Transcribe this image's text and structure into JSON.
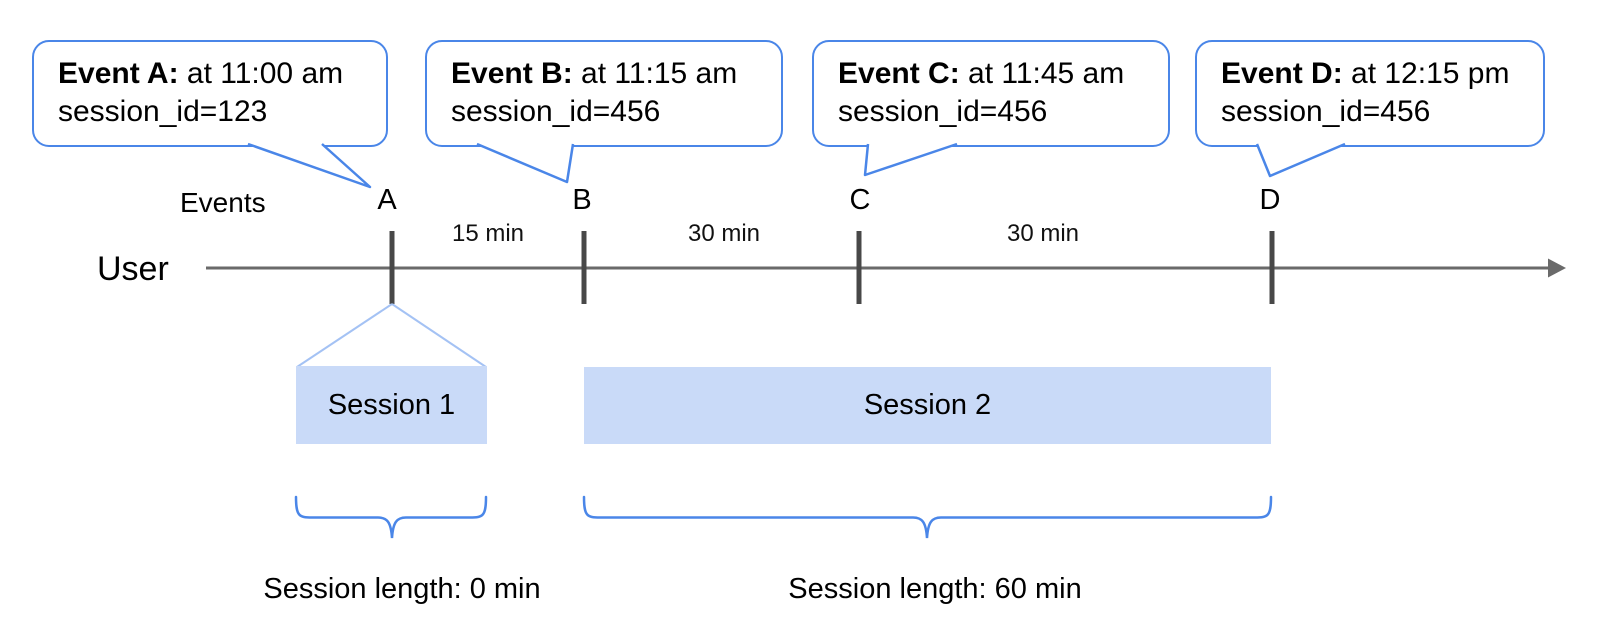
{
  "diagram": {
    "type": "timeline",
    "rows": {
      "events_label": "Events",
      "user_label": "User"
    },
    "events": [
      {
        "label": "A",
        "callout": {
          "title": "Event A:",
          "time": " at 11:00 am",
          "session": "session_id=123"
        }
      },
      {
        "label": "B",
        "callout": {
          "title": "Event B:",
          "time": " at 11:15 am",
          "session": "session_id=456"
        }
      },
      {
        "label": "C",
        "callout": {
          "title": "Event C:",
          "time": " at 11:45 am",
          "session": "session_id=456"
        }
      },
      {
        "label": "D",
        "callout": {
          "title": "Event D:",
          "time": " at 12:15 pm",
          "session": "session_id=456"
        }
      }
    ],
    "intervals": [
      {
        "label": "15 min"
      },
      {
        "label": "30 min"
      },
      {
        "label": "30 min"
      }
    ],
    "sessions": [
      {
        "label": "Session 1",
        "length": "Session length: 0 min"
      },
      {
        "label": "Session 2",
        "length": "Session length: 60 min"
      }
    ],
    "colors": {
      "callout_border": "#4a86e8",
      "session_fill": "#c9daf8",
      "funnel_line": "#a4c2f4",
      "brace": "#4a86e8",
      "timeline_line": "#6a6a6a",
      "tick": "#484848",
      "text": "#000000"
    }
  }
}
